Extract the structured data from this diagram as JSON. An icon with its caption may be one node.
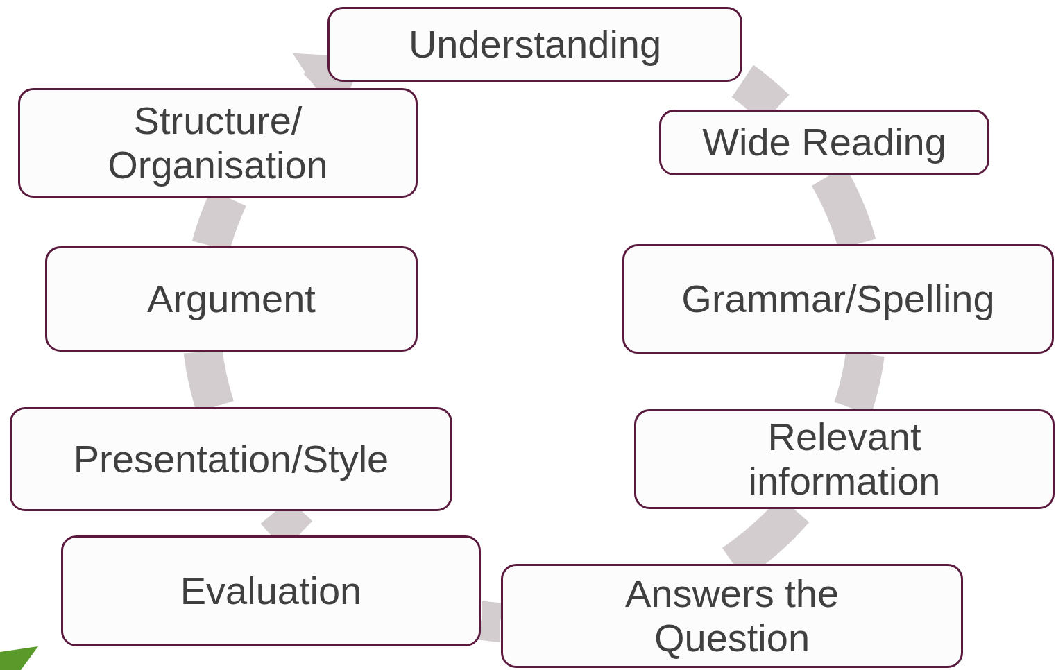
{
  "diagram": {
    "nodes": [
      {
        "text": [
          "Understanding"
        ]
      },
      {
        "text": [
          "Structure/ Organisation"
        ]
      },
      {
        "text": [
          "Wide Reading"
        ]
      },
      {
        "text": [
          "Argument"
        ]
      },
      {
        "text": [
          "Grammar/Spelling"
        ]
      },
      {
        "text": [
          "Presentation/Style"
        ]
      },
      {
        "text": [
          "Relevant information"
        ]
      },
      {
        "text": [
          "Evaluation"
        ]
      },
      {
        "text": [
          "Answers the Question"
        ]
      }
    ],
    "edges": [
      {
        "from": 0,
        "to": 2,
        "arrow": "none"
      },
      {
        "from": 2,
        "to": 4,
        "arrow": "none"
      },
      {
        "from": 4,
        "to": 6,
        "arrow": "none"
      },
      {
        "from": 6,
        "to": 8,
        "arrow": "none"
      },
      {
        "from": 8,
        "to": 7,
        "arrow": "none"
      },
      {
        "from": 7,
        "to": 5,
        "arrow": "none"
      },
      {
        "from": 5,
        "to": 3,
        "arrow": "none"
      },
      {
        "from": 3,
        "to": 1,
        "arrow": "none"
      },
      {
        "from": 1,
        "to": 0,
        "arrow": "to"
      }
    ]
  }
}
